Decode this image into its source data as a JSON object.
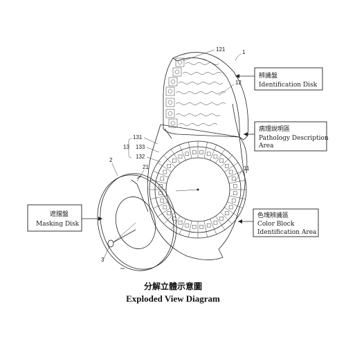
{
  "reference_numbers": {
    "r1": "1",
    "r121": "121",
    "r12": "12",
    "r131": "131",
    "r13": "13",
    "r133": "133",
    "r132": "132",
    "r11": "11",
    "r2": "2",
    "r21": "21",
    "r3": "3"
  },
  "callouts": {
    "identification_disk": {
      "zh": "辨識盤",
      "en": "Identification Disk"
    },
    "pathology_area": {
      "zh": "病理說明區",
      "en_line1": "Pathology Description",
      "en_line2": "Area"
    },
    "color_block_area": {
      "zh": "色塊辨識區",
      "en_line1": "Color Block",
      "en_line2": "Identification Area"
    },
    "masking_disk": {
      "zh": "遮擋盤",
      "en": "Masking Disk"
    }
  },
  "caption": {
    "zh": "分解立體示意圖",
    "en": "Exploded View Diagram"
  },
  "colors": {
    "line": "#222222",
    "background": "#ffffff"
  }
}
